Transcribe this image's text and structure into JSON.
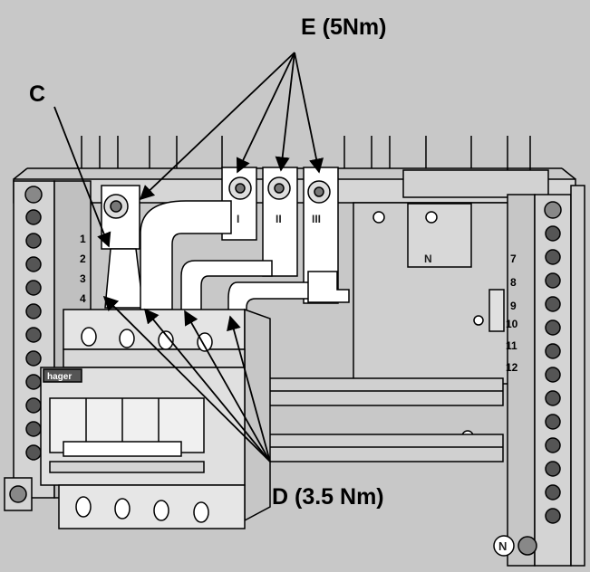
{
  "labels": {
    "e": "E (5Nm)",
    "c": "C",
    "d": "D (3.5 Nm)"
  },
  "brand": "hager",
  "terminal_numbers_left": [
    "1",
    "2",
    "3",
    "4"
  ],
  "terminal_numbers_right": [
    "7",
    "8",
    "9",
    "10",
    "11",
    "12"
  ],
  "neutral_marks": [
    "N",
    "N"
  ],
  "phase_marks": [
    "I",
    "II",
    "III"
  ],
  "colors": {
    "background": "#c8c8c8",
    "line": "#000000",
    "part": "#ffffff"
  }
}
